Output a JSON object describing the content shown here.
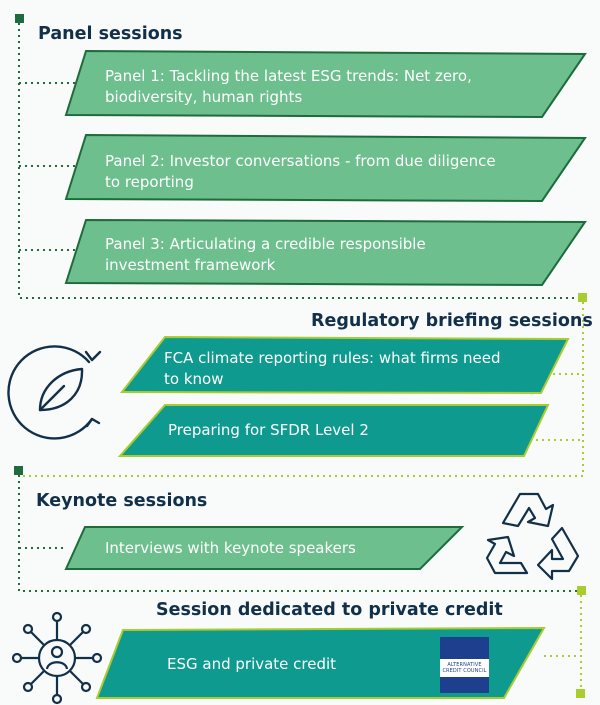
{
  "colors": {
    "panel_green": "#6dbf8e",
    "panel_teal": "#0e9a8e",
    "lime_border": "#a9cc2f",
    "dark_green": "#1e6b3c",
    "heading_navy": "#12304a",
    "logo_blue": "#1d3f8e"
  },
  "sections": {
    "panel": {
      "heading": "Panel sessions",
      "items": [
        {
          "line1": "Panel 1: Tackling the latest ESG trends: Net zero,",
          "line2": "biodiversity, human rights"
        },
        {
          "line1": "Panel 2: Investor conversations - from due diligence",
          "line2": "to reporting"
        },
        {
          "line1": "Panel 3: Articulating a credible responsible",
          "line2": "investment framework"
        }
      ]
    },
    "regulatory": {
      "heading": "Regulatory briefing sessions",
      "items": [
        {
          "line1": "FCA climate reporting rules: what firms need",
          "line2": "to know"
        },
        {
          "line1": "Preparing for SFDR Level 2"
        }
      ]
    },
    "keynote": {
      "heading": "Keynote sessions",
      "items": [
        {
          "line1": "Interviews with keynote speakers"
        }
      ]
    },
    "private_credit": {
      "heading": "Session dedicated to private credit",
      "items": [
        {
          "line1": "ESG and private credit"
        }
      ],
      "logo": {
        "line1": "ALTERNATIVE",
        "line2": "CREDIT COUNCIL"
      }
    }
  },
  "icons": [
    "leaf-cycle-icon",
    "recycle-icon",
    "network-people-icon",
    "alternative-credit-council-logo"
  ]
}
